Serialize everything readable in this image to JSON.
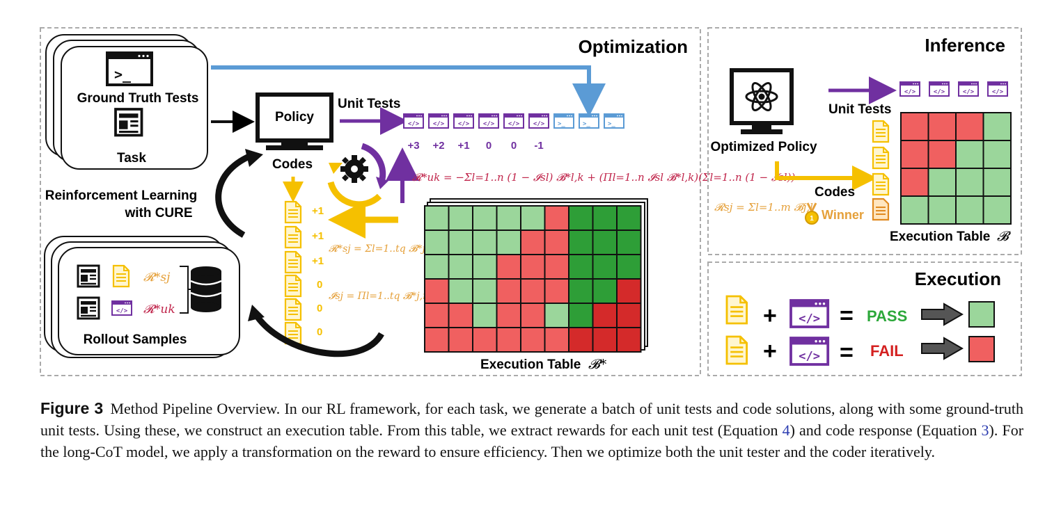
{
  "optimization": {
    "title": "Optimization",
    "ground_truth_tests": "Ground Truth Tests",
    "task": "Task",
    "policy": "Policy",
    "unit_tests": "Unit Tests",
    "codes": "Codes",
    "rl_line1": "Reinforcement Learning",
    "rl_line2": "with CURE",
    "rollout_samples": "Rollout Samples",
    "test_rewards": [
      "+3",
      "+2",
      "+1",
      "0",
      "0",
      "-1"
    ],
    "code_rewards": [
      "+1",
      "+1",
      "+1",
      "0",
      "0",
      "0"
    ],
    "exec_table_label": "Execution Table",
    "exec_table_symbol": "𝓑*",
    "formula_unit_reward": "𝓡*uk = −Σl=1..n (1 − 𝓘sl) 𝓑*l,k + (Πl=1..n 𝓘sl 𝓑*l,k)(Σl=1..n (1 − 𝓘sl))",
    "formula_code_reward": "𝓡*sj = Σl=1..tq 𝓑*j,m+l",
    "formula_indicator": "𝓘sj = Πl=1..tq 𝓑*j,m+l",
    "rollout_reward_code": "𝓡*sj",
    "rollout_reward_test": "𝓡*uk",
    "exec_table_grid": [
      [
        "P",
        "P",
        "P",
        "P",
        "P",
        "F",
        "PD",
        "PD",
        "PD"
      ],
      [
        "P",
        "P",
        "P",
        "P",
        "F",
        "F",
        "PD",
        "PD",
        "PD"
      ],
      [
        "P",
        "P",
        "P",
        "F",
        "F",
        "F",
        "PD",
        "PD",
        "PD"
      ],
      [
        "F",
        "P",
        "P",
        "F",
        "F",
        "F",
        "PD",
        "PD",
        "FD"
      ],
      [
        "F",
        "F",
        "P",
        "F",
        "F",
        "P",
        "PD",
        "FD",
        "FD"
      ],
      [
        "F",
        "F",
        "F",
        "F",
        "F",
        "F",
        "FD",
        "FD",
        "FD"
      ]
    ]
  },
  "inference": {
    "title": "Inference",
    "optimized_policy": "Optimized Policy",
    "unit_tests": "Unit Tests",
    "codes": "Codes",
    "winner": "Winner",
    "formula": "𝓡sj = Σl=1..m 𝓑j,l",
    "exec_table_label": "Execution Table",
    "exec_table_symbol": "𝓑",
    "exec_table_grid": [
      [
        "F",
        "F",
        "F",
        "P"
      ],
      [
        "F",
        "F",
        "P",
        "P"
      ],
      [
        "F",
        "P",
        "P",
        "P"
      ],
      [
        "P",
        "P",
        "P",
        "P"
      ]
    ]
  },
  "execution": {
    "title": "Execution",
    "pass": "PASS",
    "fail": "FAIL",
    "plus": "+",
    "equals": "="
  },
  "colors": {
    "purple": "#7030A0",
    "blue": "#5B9BD5",
    "yellow": "#F5C000",
    "orange": "#E5A03A",
    "crimson": "#C0254B",
    "pass": "#9BD69B",
    "pass_dark": "#2E9E37",
    "fail": "#F06060",
    "fail_dark": "#D42A2A",
    "pass_text": "#2CA83A",
    "fail_text": "#D42020"
  },
  "caption": {
    "label": "Figure 3",
    "text_1": "Method Pipeline Overview. In our RL framework, for each task, we generate a batch of unit tests and code solutions, along with some ground-truth unit tests. Using these, we construct an execution table. From this table, we extract rewards for each unit test (Equation",
    "ref_1": "4",
    "text_2": ") and code response (Equation",
    "ref_2": "3",
    "text_3": "). For the long-CoT model, we apply a transformation on the reward to ensure efficiency. Then we optimize both the unit tester and the coder iteratively."
  }
}
